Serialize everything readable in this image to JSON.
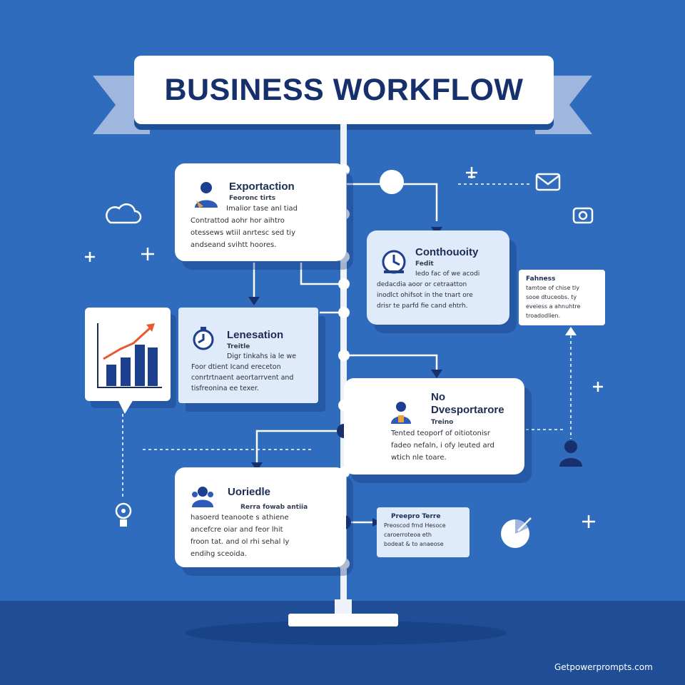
{
  "title": "BUSINESS WORKFLOW",
  "cards": [
    {
      "id": "exportation",
      "title": "Exportaction",
      "subtitle": "Feoronc tirts",
      "body": [
        "Imalior tase anl tiad",
        "Contrattod aohr hor aihtro",
        "otessews wtiil anrtesc sed tiy",
        "andseand svihtt hoores."
      ]
    },
    {
      "id": "continuity",
      "title": "Conthouoity",
      "subtitle": "Fedit",
      "body": [
        "Iedo fac of we acodi",
        "dedacdia aoor or cetraatton",
        "inodlct ohifsot in the tnart ore",
        "drisr te parfd fie cand ehtrh."
      ]
    },
    {
      "id": "lenesation",
      "title": "Lenesation",
      "subtitle": "Treitle",
      "body": [
        "Digr tinkahs ia le we",
        "Foor dtient Icand ereceton",
        "conrtrtnaent aeortarrvent and",
        "tisfreonina ee texer."
      ]
    },
    {
      "id": "dvesportarore",
      "title": "No\nDvesportarore",
      "subtitle": "Treino",
      "body": [
        "Tented teoporf of oitiotonisr",
        "fadeo nefaln, i ofy leuted ard",
        "wtich nle toare."
      ]
    },
    {
      "id": "uoriedle",
      "title": "Uoriedle",
      "subtitle": "Rerra fowab antiia",
      "body": [
        "hasoerd teanoote s athiene",
        "ancefcre oiar and feor lhit",
        "froon tat. and ol rhi sehal ly",
        "endihg sceoida."
      ]
    }
  ],
  "side_notes": [
    {
      "id": "fahness",
      "title": "Fahness",
      "body": [
        "tamtoe of chise tly",
        "sooe dtuceobs. ty",
        "eveiess a ahnuhtre",
        "troadodlien."
      ]
    },
    {
      "id": "proepro",
      "title": "Preepro Terre",
      "body": [
        "Preoscod frnd Hesoce",
        "caroerroteoa eth",
        "bodeat & to anaeose"
      ]
    }
  ],
  "icons": [
    "cloud-icon",
    "envelope-icon",
    "camera-icon",
    "bar-chart-icon",
    "lightbulb-icon",
    "pie-chart-icon",
    "user-icon",
    "clock-icon",
    "plus-icon",
    "airplane-icon"
  ],
  "colors": {
    "background": "#2f6cbd",
    "floor": "#1f4e97",
    "navy": "#16306b",
    "card_tint": "#dfeafa",
    "arrow": "#e65a2e"
  },
  "watermark": "Getpowerprompts.com"
}
